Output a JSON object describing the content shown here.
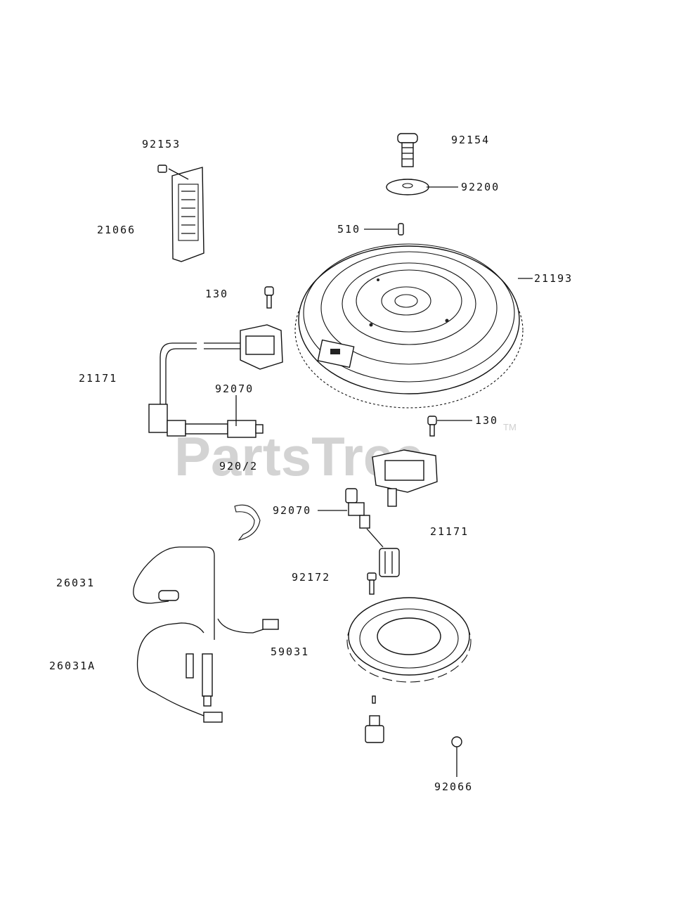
{
  "watermark": {
    "brand": "PartsTree",
    "trademark": "TM"
  },
  "parts": [
    {
      "id": "p92153",
      "label": "92153"
    },
    {
      "id": "p21066",
      "label": "21066"
    },
    {
      "id": "p92154",
      "label": "92154"
    },
    {
      "id": "p92200",
      "label": "92200"
    },
    {
      "id": "p510",
      "label": "510"
    },
    {
      "id": "p21193",
      "label": "21193"
    },
    {
      "id": "p130a",
      "label": "130"
    },
    {
      "id": "p21171a",
      "label": "21171"
    },
    {
      "id": "p92070a",
      "label": "92070"
    },
    {
      "id": "p92072",
      "label": "920/2"
    },
    {
      "id": "p130b",
      "label": "130"
    },
    {
      "id": "p92070b",
      "label": "92070"
    },
    {
      "id": "p21171b",
      "label": "21171"
    },
    {
      "id": "p92172",
      "label": "92172"
    },
    {
      "id": "p26031",
      "label": "26031"
    },
    {
      "id": "p59031",
      "label": "59031"
    },
    {
      "id": "p26031A",
      "label": "26031A"
    },
    {
      "id": "p92066",
      "label": "92066"
    }
  ]
}
